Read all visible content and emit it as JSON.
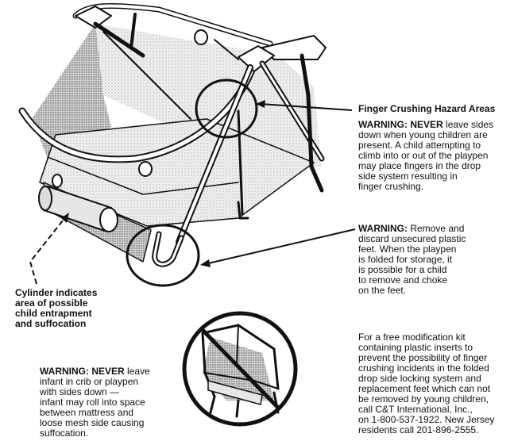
{
  "hazard_label": "Finger Crushing Hazard Areas",
  "warning_sides": {
    "lead": "WARNING:",
    "emphasis": "NEVER",
    "body": "leave sides\ndown when young children are\npresent. A child attempting to\nclimb into or out of the playpen\nmay place fingers in the drop\nside system resulting in\nfinger crushing."
  },
  "warning_feet": {
    "lead": "WARNING:",
    "body": "Remove and\ndiscard unsecured plastic\nfeet. When the playpen\nis folded for storage, it\nis possible for a child\nto remove and choke\non the feet."
  },
  "cylinder_label": "Cylinder indicates\narea of possible\nchild entrapment\nand suffocation",
  "warning_crib": {
    "lead": "WARNING:",
    "emphasis": "NEVER",
    "body": "leave\ninfant in crib or playpen\nwith sides down —\ninfant may roll into space\nbetween mattress and\nloose mesh side causing\nsuffocation."
  },
  "modification_kit": "For a free modification kit\ncontaining plastic inserts to\nprevent the possibility of finger\ncrushing incidents in the folded\ndrop side locking system and\nreplacement feet which can not\nbe removed by young children,\ncall C&T International, Inc.,\non 1-800-537-1922. New Jersey\nresidents call 201-896-2555.",
  "colors": {
    "ink": "#111111",
    "paper": "#ffffff",
    "mesh": "#9a9a9a"
  }
}
